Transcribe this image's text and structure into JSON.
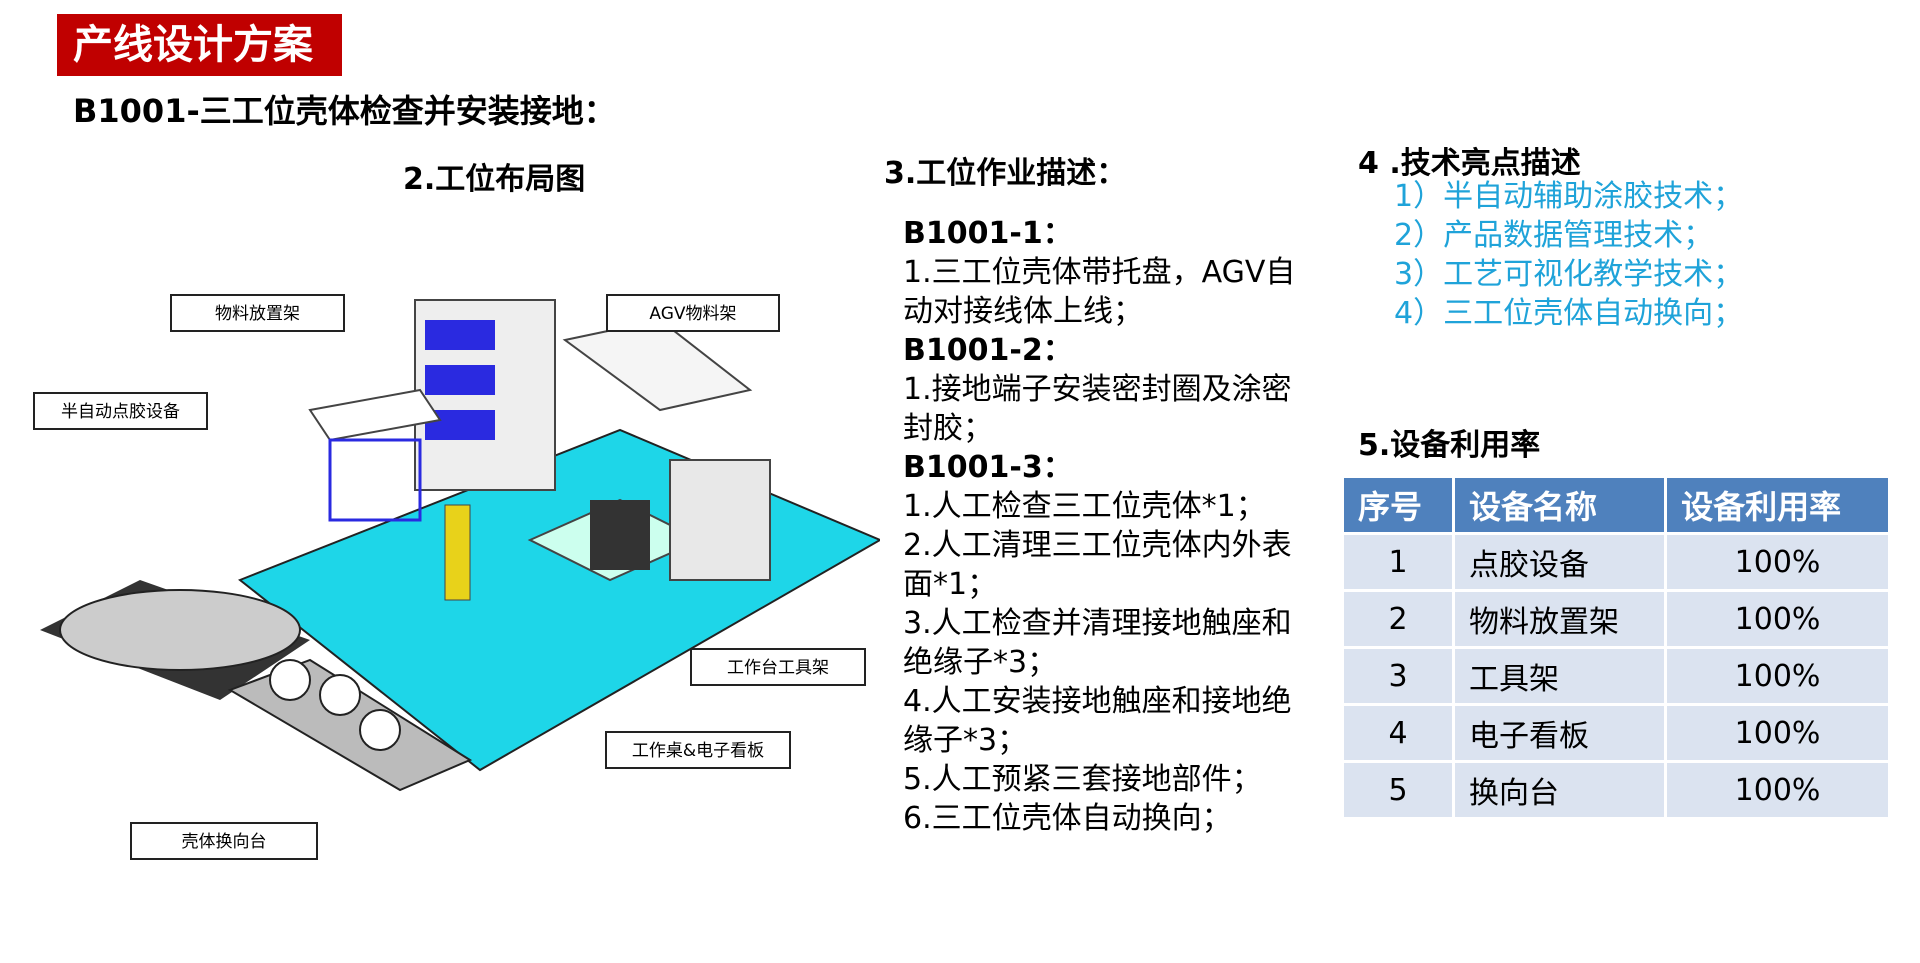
{
  "header": {
    "title": "产线设计方案"
  },
  "subtitle": "B1001-三工位壳体检查并安装接地：",
  "layout_section": {
    "title": "2.工位布局图",
    "callouts": {
      "material_rack": "物料放置架",
      "agv_rack": "AGV物料架",
      "glue_equipment": "半自动点胶设备",
      "tool_rack": "工作台工具架",
      "workbench_board": "工作桌&电子看板",
      "turntable": "壳体换向台"
    }
  },
  "ops_section": {
    "title": "3.工位作业描述：",
    "groups": [
      {
        "code": "B1001-1：",
        "lines": [
          "1.三工位壳体带托盘，AGV自动对接线体上线；"
        ]
      },
      {
        "code": "B1001-2：",
        "lines": [
          "1.接地端子安装密封圈及涂密封胶；"
        ]
      },
      {
        "code": "B1001-3：",
        "lines": [
          "1.人工检查三工位壳体*1；",
          "2.人工清理三工位壳体内外表面*1；",
          "3.人工检查并清理接地触座和绝缘子*3；",
          "4.人工安装接地触座和接地绝缘子*3；",
          "5.人工预紧三套接地部件；",
          "6.三工位壳体自动换向；"
        ]
      }
    ]
  },
  "highlights": {
    "title": "4 .技术亮点描述",
    "items": [
      "1）半自动辅助涂胶技术；",
      "2）产品数据管理技术；",
      "3）工艺可视化教学技术；",
      "4）三工位壳体自动换向；"
    ]
  },
  "utilization": {
    "title": "5.设备利用率",
    "headers": [
      "序号",
      "设备名称",
      "设备利用率"
    ],
    "rows": [
      [
        "1",
        "点胶设备",
        "100%"
      ],
      [
        "2",
        "物料放置架",
        "100%"
      ],
      [
        "3",
        "工具架",
        "100%"
      ],
      [
        "4",
        "电子看板",
        "100%"
      ],
      [
        "5",
        "换向台",
        "100%"
      ]
    ]
  }
}
